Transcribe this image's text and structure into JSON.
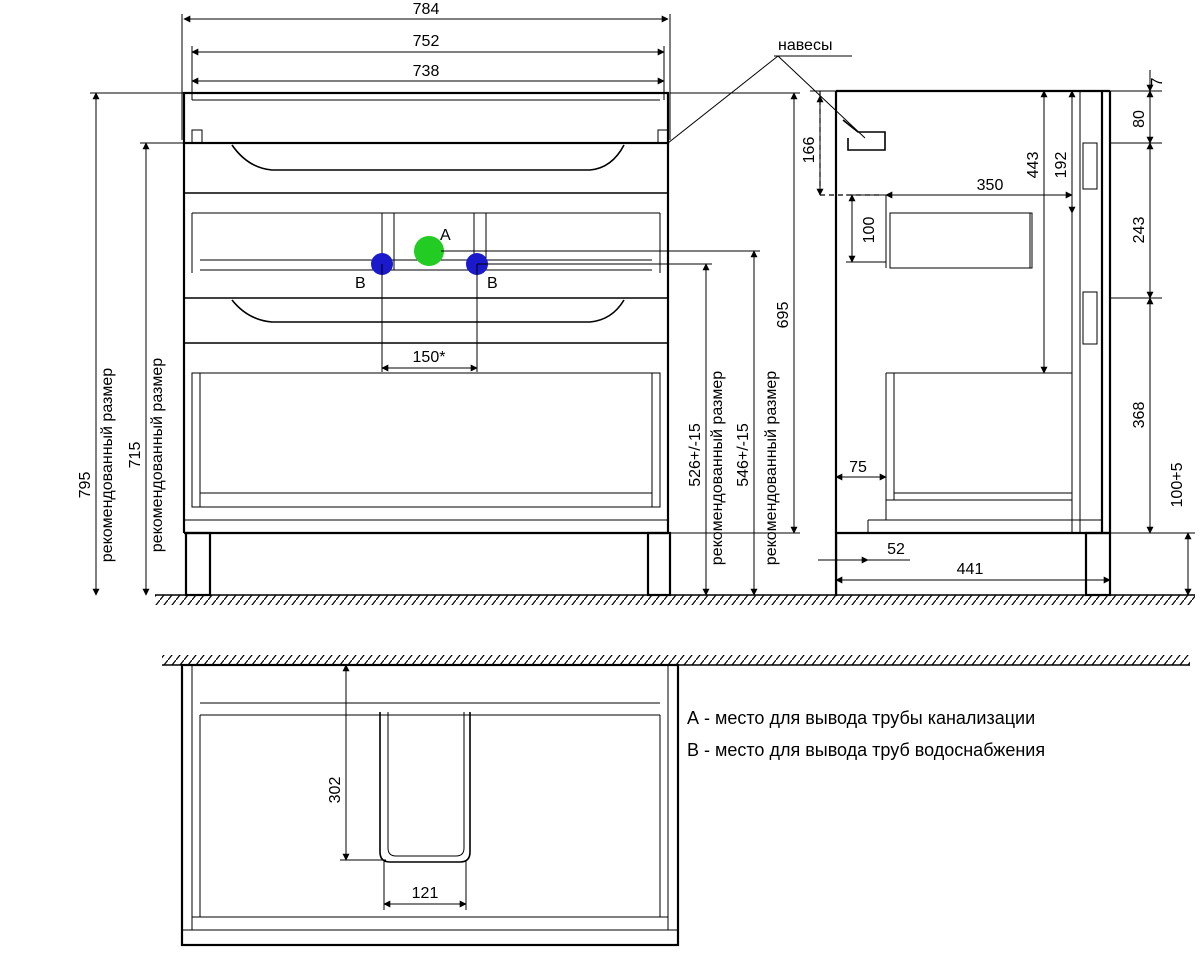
{
  "dims": {
    "w784": "784",
    "w752": "752",
    "w738": "738",
    "h795": "795",
    "h715": "715",
    "h695": "695",
    "h526": "526+/-15",
    "h546": "546+/-15",
    "w150": "150*",
    "h166": "166",
    "h443": "443",
    "h192": "192",
    "h7": "7",
    "h80": "80",
    "w350": "350",
    "h100": "100",
    "h243": "243",
    "h368": "368",
    "w75": "75",
    "h100p5": "100+5",
    "w52": "52",
    "w441": "441",
    "h302": "302",
    "w121": "121"
  },
  "labels": {
    "recommended": "рекомендованный размер",
    "hinges": "навесы",
    "point_a": "А",
    "point_b": "В"
  },
  "legend": {
    "a": "А - место для вывода трубы канализации",
    "b": "В - место для вывода труб водоснабжения"
  },
  "colors": {
    "drain": "#22cc22",
    "water": "#1a1acc"
  }
}
